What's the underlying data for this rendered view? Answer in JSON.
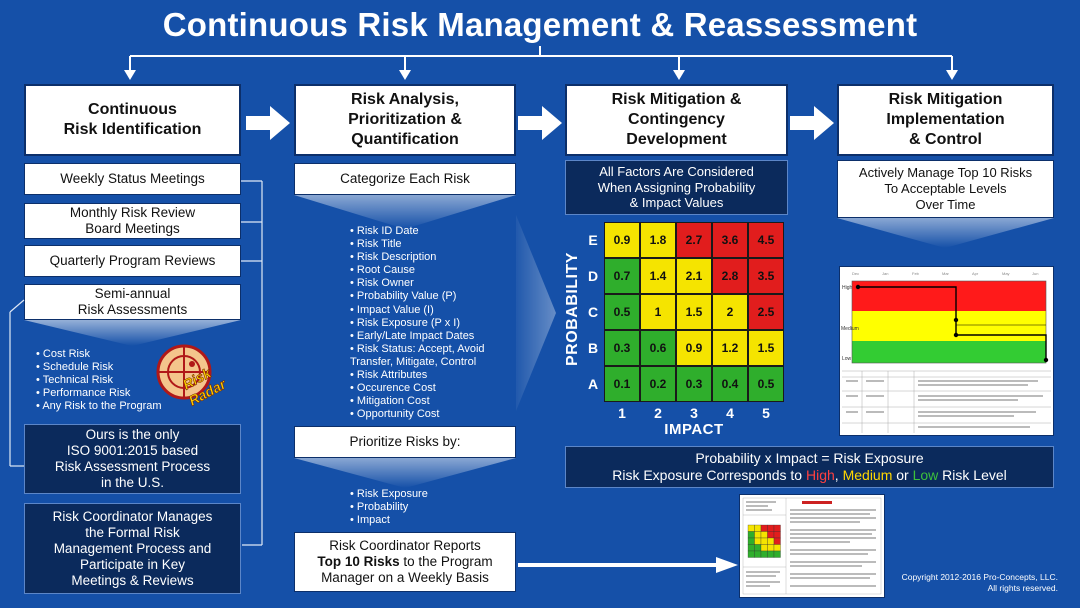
{
  "title": "Continuous Risk Management & Reassessment",
  "columns": [
    {
      "header": "Continuous\nRisk Identification"
    },
    {
      "header": "Risk Analysis,\nPrioritization &\nQuantification"
    },
    {
      "header": "Risk Mitigation &\nContingency\nDevelopment"
    },
    {
      "header": "Risk Mitigation\nImplementation\n& Control"
    }
  ],
  "col1": {
    "sources": [
      "Weekly Status Meetings",
      "Monthly Risk Review\nBoard Meetings",
      "Quarterly Program Reviews",
      "Semi-annual\nRisk Assessments"
    ],
    "risk_types": [
      "Cost Risk",
      "Schedule Risk",
      "Technical Risk",
      "Performance Risk",
      "Any Risk to the Program"
    ],
    "logo_text": [
      "Risk",
      "Radar"
    ],
    "iso_box": "Ours is the only\nISO 9001:2015 based\nRisk Assessment Process\nin the U.S.",
    "coord_box": "Risk Coordinator Manages\nthe Formal Risk\nManagement Process and\nParticipate in Key\nMeetings & Reviews"
  },
  "col2": {
    "categorize": "Categorize Each Risk",
    "attributes": [
      "Risk ID Date",
      "Risk Title",
      "Risk Description",
      "Root Cause",
      "Risk Owner",
      "Probability Value (P)",
      "Impact Value (I)",
      "Risk Exposure (P x I)",
      "Early/Late Impact Dates",
      "Risk Status: Accept, Avoid\nTransfer, Mitigate, Control",
      "Risk Attributes",
      "Occurence Cost",
      "Mitigation Cost",
      "Opportunity Cost"
    ],
    "prioritize": "Prioritize Risks by:",
    "priorities": [
      "Risk Exposure",
      "Probability",
      "Impact"
    ],
    "report_pre": "Risk Coordinator Reports",
    "report_bold": "Top 10 Risks",
    "report_post": " to the Program\nManager on a Weekly Basis"
  },
  "col3": {
    "factors": "All Factors Are Considered\nWhen Assigning Probability\n& Impact Values",
    "y_axis": "PROBABILITY",
    "x_axis": "IMPACT",
    "row_labels": [
      "E",
      "D",
      "C",
      "B",
      "A"
    ],
    "col_labels": [
      "1",
      "2",
      "3",
      "4",
      "5"
    ],
    "matrix": [
      [
        {
          "v": "0.9",
          "c": "yellow"
        },
        {
          "v": "1.8",
          "c": "yellow"
        },
        {
          "v": "2.7",
          "c": "red"
        },
        {
          "v": "3.6",
          "c": "red"
        },
        {
          "v": "4.5",
          "c": "red"
        }
      ],
      [
        {
          "v": "0.7",
          "c": "green"
        },
        {
          "v": "1.4",
          "c": "yellow"
        },
        {
          "v": "2.1",
          "c": "yellow"
        },
        {
          "v": "2.8",
          "c": "red"
        },
        {
          "v": "3.5",
          "c": "red"
        }
      ],
      [
        {
          "v": "0.5",
          "c": "green"
        },
        {
          "v": "1",
          "c": "yellow"
        },
        {
          "v": "1.5",
          "c": "yellow"
        },
        {
          "v": "2",
          "c": "yellow"
        },
        {
          "v": "2.5",
          "c": "red"
        }
      ],
      [
        {
          "v": "0.3",
          "c": "green"
        },
        {
          "v": "0.6",
          "c": "green"
        },
        {
          "v": "0.9",
          "c": "yellow"
        },
        {
          "v": "1.2",
          "c": "yellow"
        },
        {
          "v": "1.5",
          "c": "yellow"
        }
      ],
      [
        {
          "v": "0.1",
          "c": "green"
        },
        {
          "v": "0.2",
          "c": "green"
        },
        {
          "v": "0.3",
          "c": "green"
        },
        {
          "v": "0.4",
          "c": "green"
        },
        {
          "v": "0.5",
          "c": "green"
        }
      ]
    ],
    "colors": {
      "green": "#2fae2c",
      "yellow": "#f5e400",
      "red": "#e11d1d"
    },
    "exposure_line1": "Probability x Impact = Risk Exposure",
    "exposure_line2_pre": "Risk Exposure Corresponds to ",
    "high": "High",
    "sep1": ", ",
    "medium": "Medium",
    "sep2": " or ",
    "low": "Low",
    "exposure_line2_post": " Risk Level",
    "level_colors": {
      "high": "#ff4040",
      "medium": "#ffd700",
      "low": "#3cc03c"
    }
  },
  "col4": {
    "manage": "Actively Manage Top 10 Risks\nTo Acceptable Levels\nOver Time",
    "chart_labels": [
      "High",
      "Medium",
      "Low"
    ]
  },
  "copyright_1": "Copyright 2012-2016 Pro-Concepts, LLC.",
  "copyright_2": "All rights reserved."
}
